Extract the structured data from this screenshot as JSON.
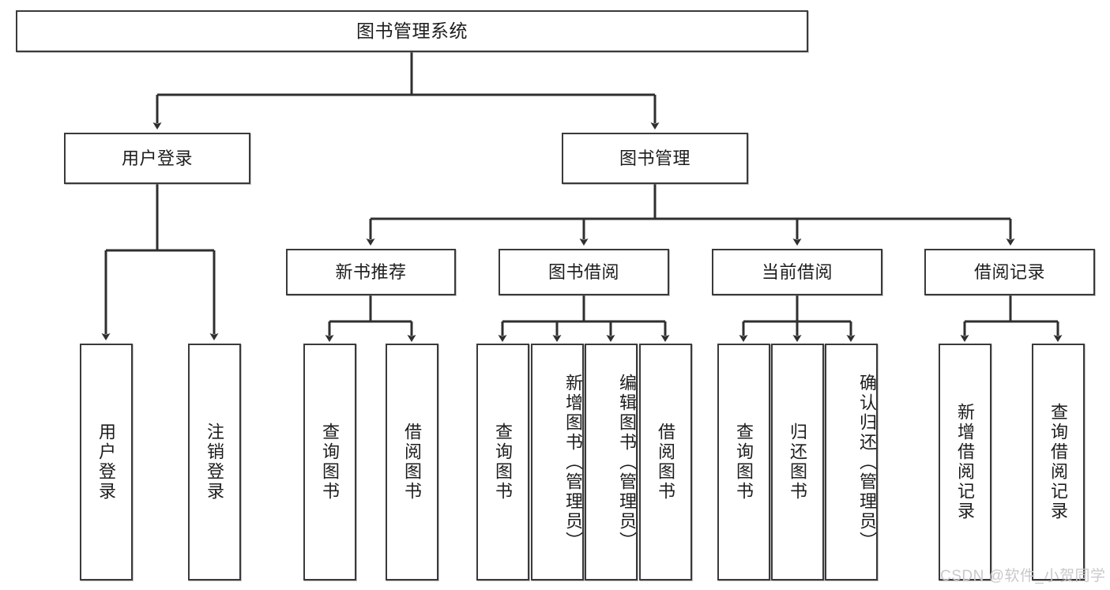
{
  "diagram": {
    "title": "图书管理系统",
    "type": "tree",
    "colors": {
      "box_border": "#3a3a3a",
      "box_fill": "#ffffff",
      "edge": "#2f2f2f",
      "text": "#1d1d1d",
      "watermark": "#c9c9c9"
    },
    "levels": {
      "root": {
        "label": "图书管理系统"
      },
      "level2": [
        {
          "label": "用户登录"
        },
        {
          "label": "图书管理"
        }
      ],
      "level3": [
        {
          "label": "新书推荐"
        },
        {
          "label": "图书借阅"
        },
        {
          "label": "当前借阅"
        },
        {
          "label": "借阅记录"
        }
      ],
      "leaves": [
        {
          "label": "用户登录",
          "parent": "用户登录"
        },
        {
          "label": "注销登录",
          "parent": "用户登录"
        },
        {
          "label": "查询图书",
          "parent": "新书推荐"
        },
        {
          "label": "借阅图书",
          "parent": "新书推荐"
        },
        {
          "label": "查询图书",
          "parent": "图书借阅"
        },
        {
          "label": "新增图书（管理员）",
          "parent": "图书借阅"
        },
        {
          "label": "编辑图书（管理员）",
          "parent": "图书借阅"
        },
        {
          "label": "借阅图书",
          "parent": "图书借阅"
        },
        {
          "label": "查询图书",
          "parent": "当前借阅"
        },
        {
          "label": "归还图书",
          "parent": "当前借阅"
        },
        {
          "label": "确认归还（管理员）",
          "parent": "当前借阅"
        },
        {
          "label": "新增借阅记录",
          "parent": "借阅记录"
        },
        {
          "label": "查询借阅记录",
          "parent": "借阅记录"
        }
      ]
    }
  },
  "watermark": {
    "text": "CSDN @软件_小贺同学"
  }
}
